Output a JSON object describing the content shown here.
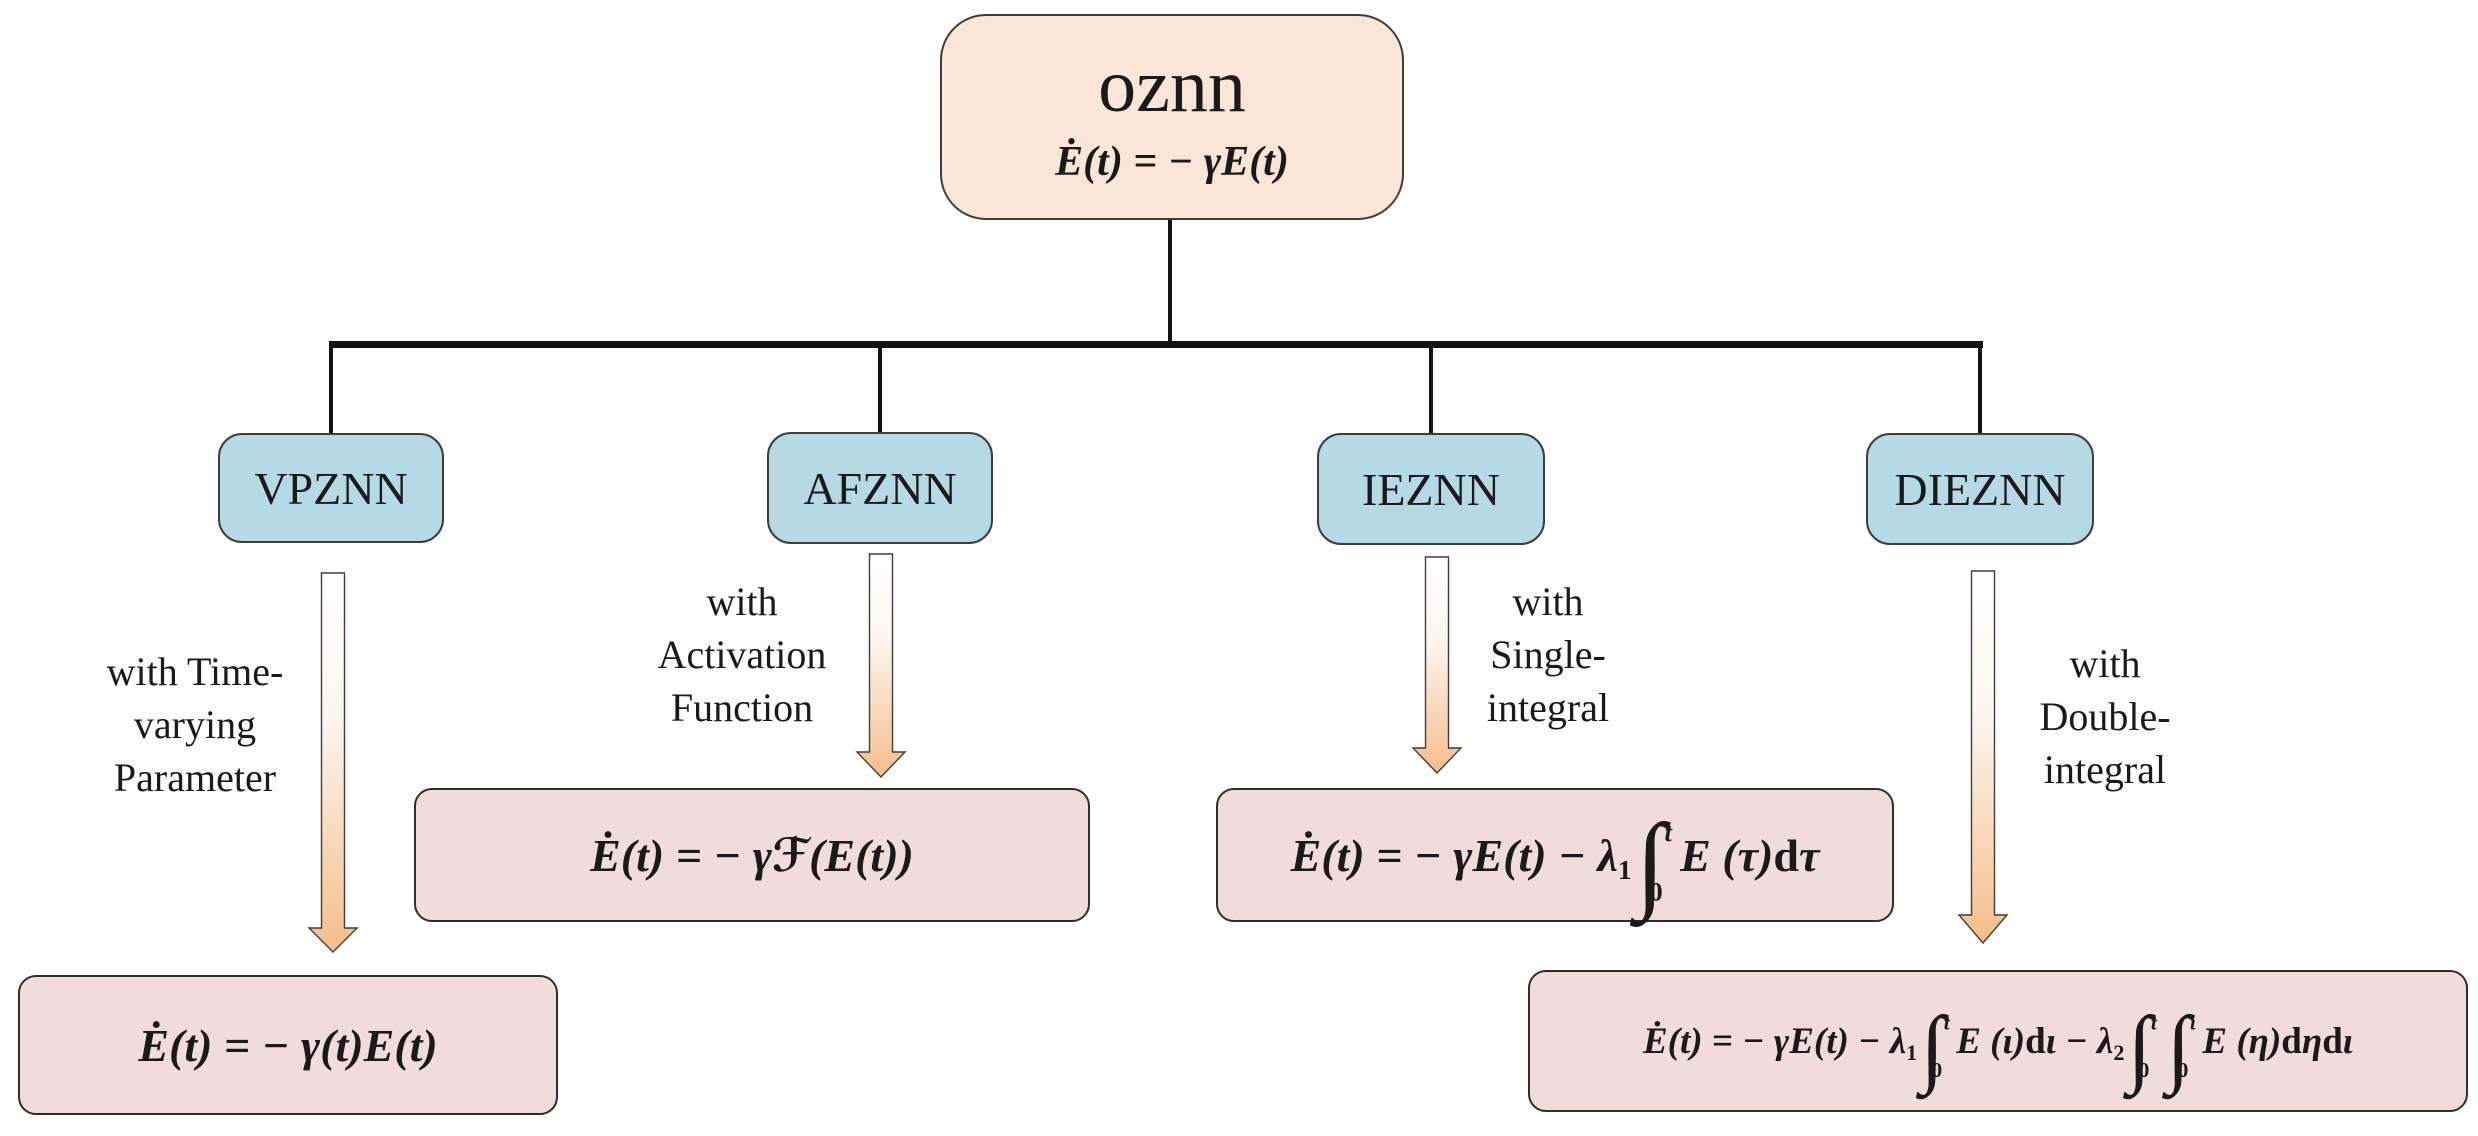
{
  "title": "ZNN model family diagram",
  "colors": {
    "root_fill": "#fbe5d6",
    "branch_fill": "#b5dae6",
    "equation_fill": "#f2dcdb",
    "arrow_gradient_top": "#ffffff",
    "arrow_gradient_bottom": "#f5bd8a",
    "line_color": "#141414",
    "text_color": "#1a1a1a"
  },
  "root": {
    "title": "oznn",
    "equation_text": "Ė(t) = −γE(t)",
    "equation": [
      {
        "t": "Ė(t) = − γE(t)"
      }
    ]
  },
  "branches": [
    {
      "label": "VPZNN",
      "arrow_label": "with Time-\nvarying\nParameter",
      "equation_text": "Ė(t) = −γ(t)E(t)",
      "equation": [
        {
          "t": "Ė(t) = − γ(t)E(t)"
        }
      ]
    },
    {
      "label": "AFZNN",
      "arrow_label": "with\nActivation\nFunction",
      "equation_text": "Ė(t) = −γℱ(E(t))",
      "equation": [
        {
          "t": "Ė(t) = − γ"
        },
        {
          "t": "ℱ",
          "v": "scr"
        },
        {
          "t": "(E(t))"
        }
      ]
    },
    {
      "label": "IEZNN",
      "arrow_label": "with\nSingle-\nintegral",
      "equation_text": "Ė(t) = −γE(t) − λ₁∫₀ᵗ E(τ)dτ",
      "equation": [
        {
          "t": "Ė(t) = − γE(t) − λ"
        },
        {
          "t": "1",
          "v": "sub"
        },
        {
          "int": {
            "up": "t",
            "lo": "0"
          }
        },
        {
          "t": "E (τ)"
        },
        {
          "t": "d",
          "v": "up"
        },
        {
          "t": "τ"
        }
      ]
    },
    {
      "label": "DIEZNN",
      "arrow_label": "with\nDouble-\nintegral",
      "equation_text": "Ė(t) = −γE(t) − λ₁∫₀ᵗ E(ι)dι − λ₂∫₀ᵗ∫₀ᶦ E(η)dηdι",
      "equation": [
        {
          "t": "Ė(t) = − γE(t) − λ"
        },
        {
          "t": "1",
          "v": "sub"
        },
        {
          "int": {
            "up": "t",
            "lo": "0"
          }
        },
        {
          "t": "E (ι)"
        },
        {
          "t": "d",
          "v": "up"
        },
        {
          "t": "ι"
        },
        {
          "t": " − λ"
        },
        {
          "t": "2",
          "v": "sub"
        },
        {
          "int": {
            "up": "t",
            "lo": "0"
          }
        },
        {
          "int": {
            "up": "ι",
            "lo": "0"
          }
        },
        {
          "t": "E (η)"
        },
        {
          "t": "d",
          "v": "up"
        },
        {
          "t": "η"
        },
        {
          "t": "d",
          "v": "up"
        },
        {
          "t": "ι"
        }
      ]
    }
  ]
}
